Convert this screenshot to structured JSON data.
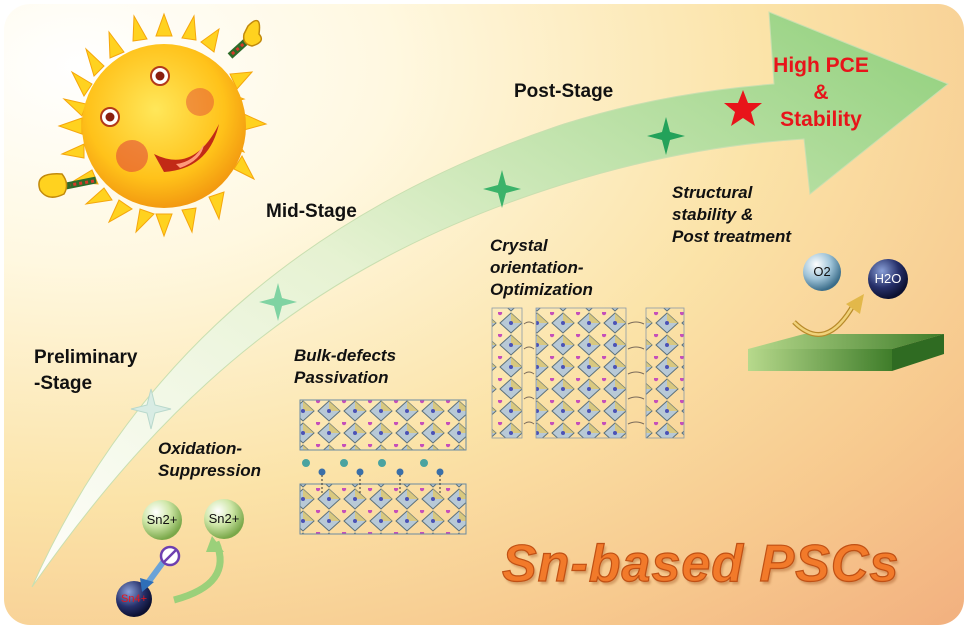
{
  "stages": {
    "preliminary_1": "Preliminary",
    "preliminary_2": "-Stage",
    "mid": "Mid-Stage",
    "post": "Post-Stage"
  },
  "goal": {
    "line1": "High PCE",
    "line2": "&",
    "line3": "Stability"
  },
  "steps": {
    "oxidation_1": "Oxidation-",
    "oxidation_2": "Suppression",
    "bulk_1": "Bulk-defects",
    "bulk_2": "Passivation",
    "crystal_1": "Crystal",
    "crystal_2": "orientation-",
    "crystal_3": "Optimization",
    "structural_1": "Structural",
    "structural_2": "stability &",
    "structural_3": "Post treatment"
  },
  "ions": {
    "sn2_left": "Sn2+",
    "sn2_right": "Sn2+",
    "sn4": "Sn4+"
  },
  "molecules": {
    "oxygen": "O2",
    "water": "H2O"
  },
  "brand": "Sn-based PSCs",
  "colors": {
    "arrow_start": "#ffffff",
    "arrow_end": "#8fcf7a",
    "star_goal": "#e8141a",
    "star_mid": "#3bb36a",
    "brand": "#f27a2a"
  }
}
